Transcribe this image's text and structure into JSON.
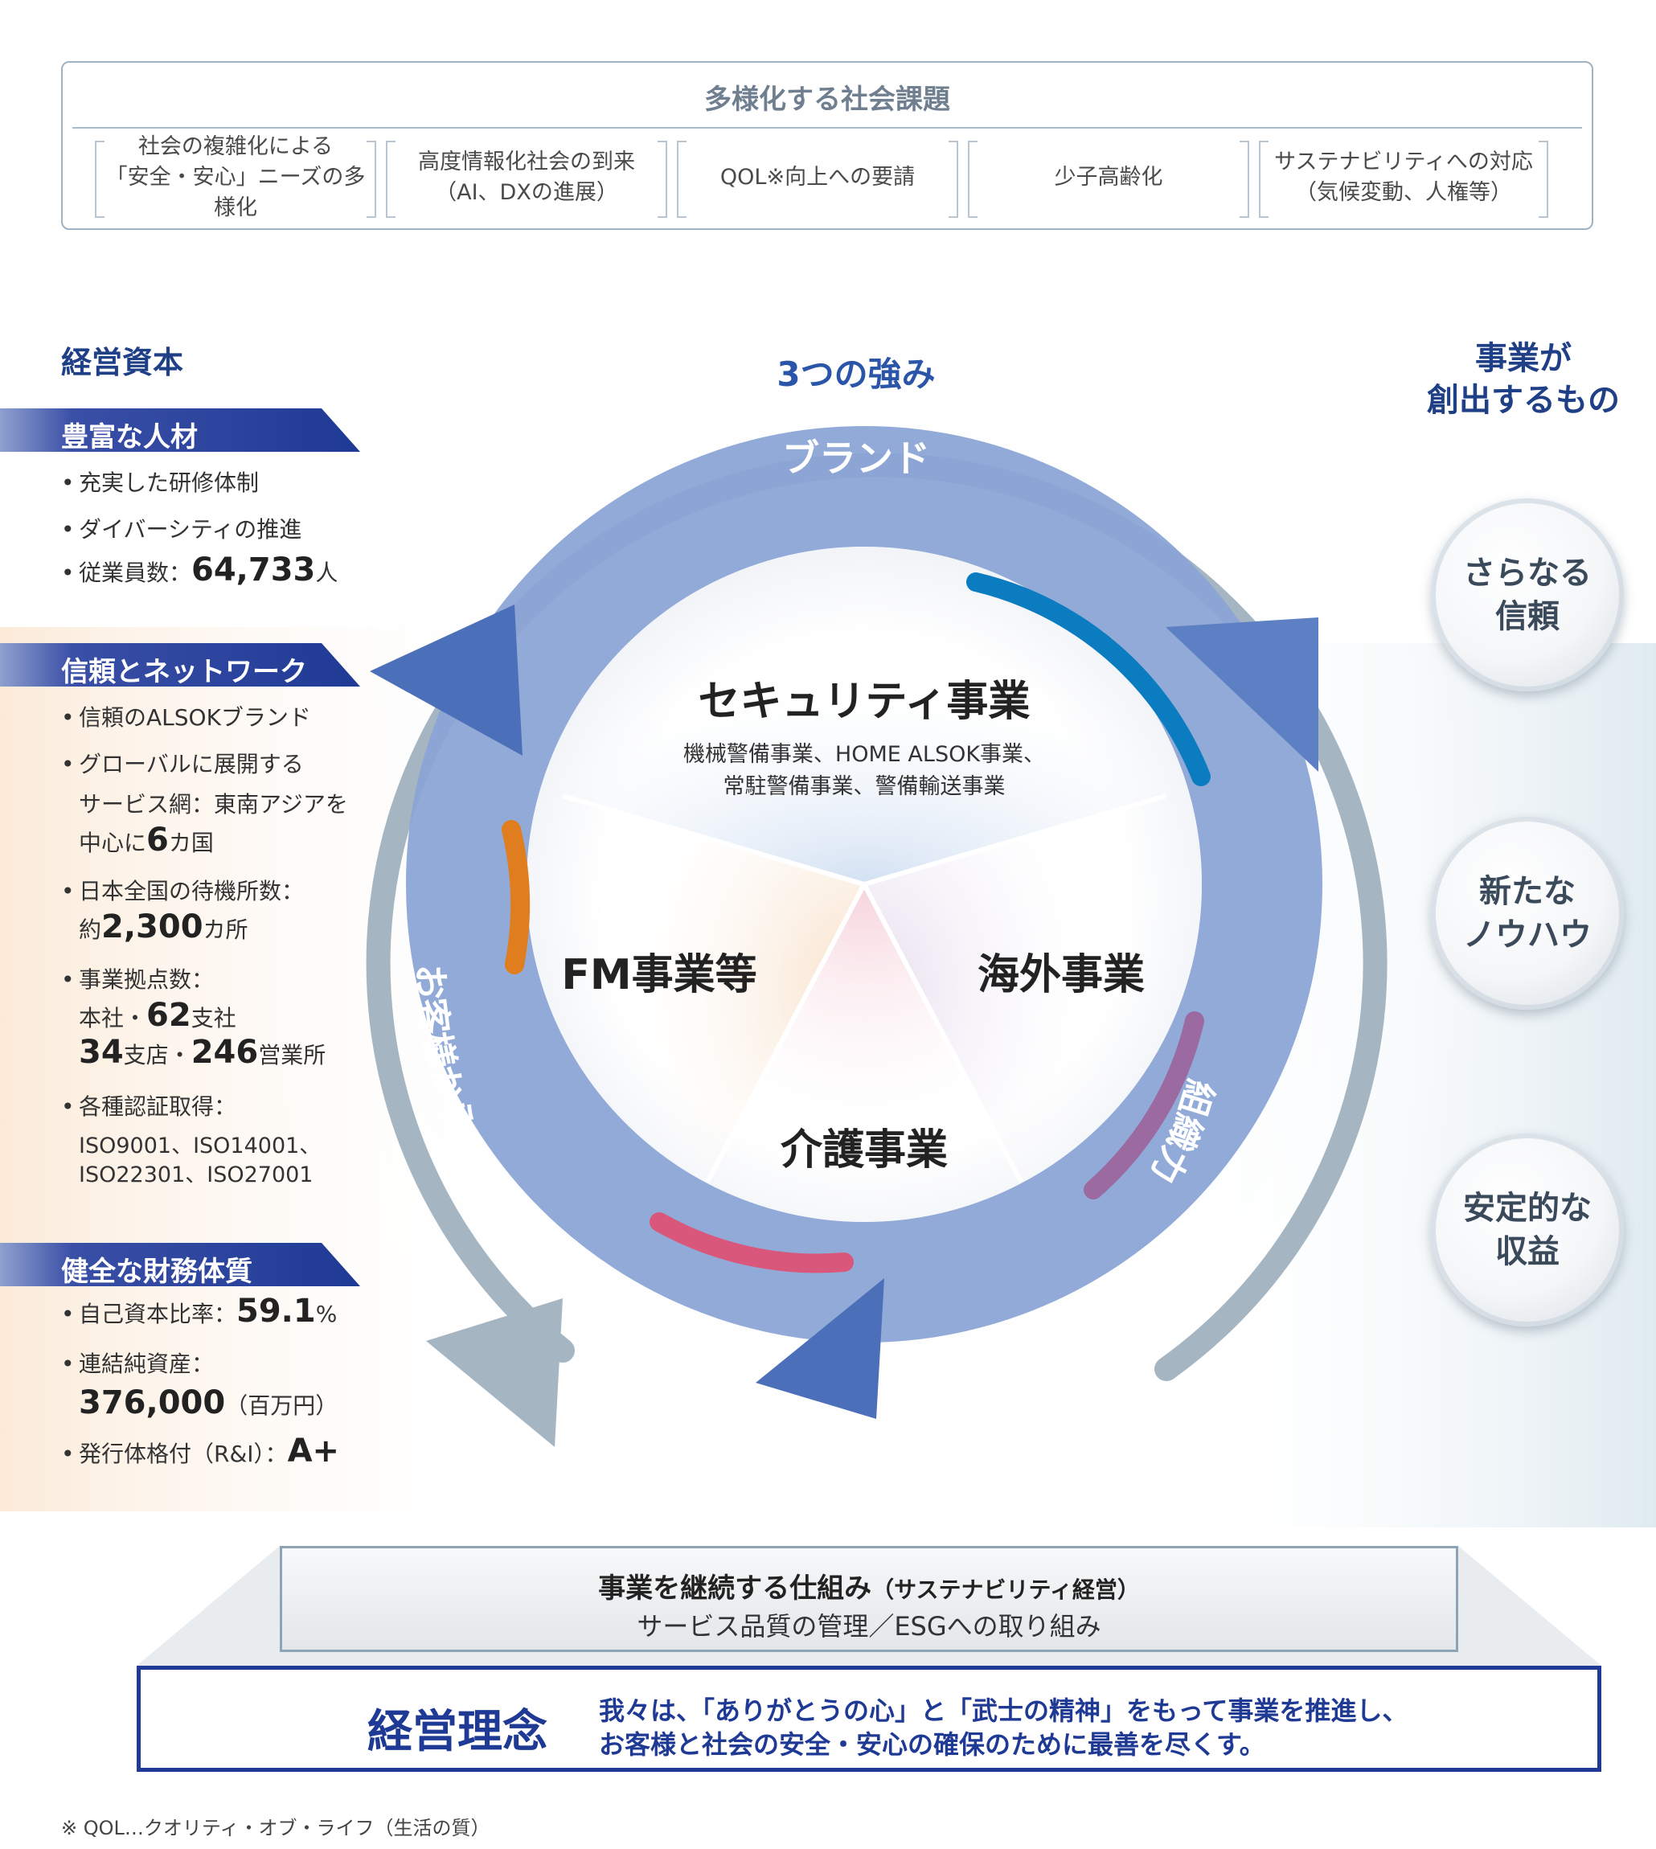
{
  "issues": {
    "title": "多様化する社会課題",
    "items": [
      "社会の複雑化による\n「安全・安心」ニーズの多様化",
      "高度情報化社会の到来\n（AI、DXの進展）",
      "QOL※向上への要請",
      "少子高齢化",
      "サステナビリティへの対応\n（気候変動、人権等）"
    ]
  },
  "capital": {
    "title": "経営資本",
    "people": {
      "heading": "豊富な人材",
      "items": [
        "充実した研修体制",
        "ダイバーシティの推進"
      ],
      "employees_label": "従業員数：",
      "employees_value": "64,733",
      "employees_unit": "人"
    },
    "network": {
      "heading": "信頼とネットワーク",
      "brand": "信頼のALSOKブランド",
      "global_l1": "グローバルに展開する",
      "global_l2": "サービス網：東南アジアを",
      "global_l3a": "中心に",
      "global_l3b": "6",
      "global_l3c": "カ国",
      "standby_label": "日本全国の待機所数：",
      "standby_pre": "約",
      "standby_value": "2,300",
      "standby_unit": "カ所",
      "bases_label": "事業拠点数：",
      "bases_l1a": "本社・",
      "bases_l1b": "62",
      "bases_l1c": "支社",
      "bases_l2a": "34",
      "bases_l2b": "支店・",
      "bases_l2c": "246",
      "bases_l2d": "営業所",
      "cert_label": "各種認証取得：",
      "cert_l1": "ISO9001、ISO14001、",
      "cert_l2": "ISO22301、ISO27001"
    },
    "finance": {
      "heading": "健全な財務体質",
      "equity_label": "自己資本比率：",
      "equity_value": "59.1",
      "equity_unit": "%",
      "assets_label": "連結純資産：",
      "assets_value": "376,000",
      "assets_unit": "（百万円）",
      "rating_label": "発行体格付（R&I）：",
      "rating_value": "A+"
    }
  },
  "strengths": {
    "title": "3つの強み",
    "brand": "ブランド",
    "organization": "組織力",
    "trust": "お客様からの信頼"
  },
  "businesses": {
    "security": "セキュリティ事業",
    "security_sub_l1": "機械警備事業、HOME ALSOK事業、",
    "security_sub_l2": "常駐警備事業、警備輸送事業",
    "fm": "FM事業等",
    "overseas": "海外事業",
    "care": "介護事業"
  },
  "outputs": {
    "title_l1": "事業が",
    "title_l2": "創出するもの",
    "items": [
      "さらなる\n信頼",
      "新たな\nノウハウ",
      "安定的な\n収益"
    ]
  },
  "mechanism": {
    "title": "事業を継続する仕組み",
    "title_paren": "（サステナビリティ経営）",
    "detail": "サービス品質の管理／ESGへの取り組み"
  },
  "philosophy": {
    "title": "経営理念",
    "text": "我々は、「ありがとうの心」と「武士の精神」をもって事業を推進し、\nお客様と社会の安全・安心の確保のために最善を尽くす。"
  },
  "footnote": "※ QOL…クオリティ・オブ・ライフ（生活の質）",
  "colors": {
    "navy": "#1f3a95",
    "ring_blue": "#6f8fcc",
    "security_arc": "#0b7cc0",
    "fm_arc": "#e07d1f",
    "overseas_arc": "#9a6aa0",
    "care_arc": "#d9577a"
  }
}
